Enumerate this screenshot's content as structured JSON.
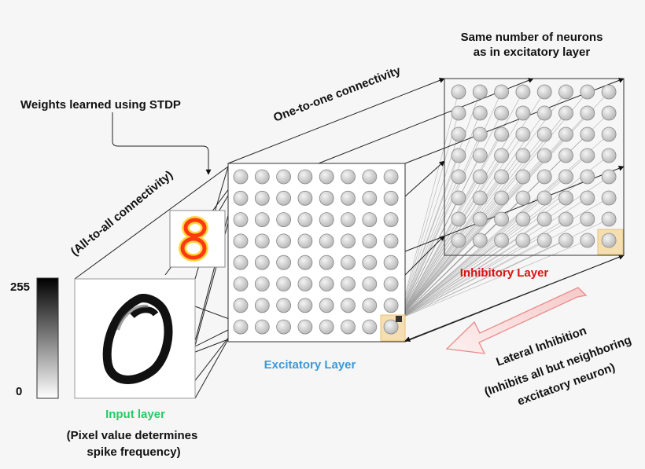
{
  "labels": {
    "weights_learned": "Weights learned using STDP",
    "one_to_one": "One-to-one connectivity",
    "all_to_all": "(All-to-all connectivity)",
    "same_number_line1": "Same number of neurons",
    "same_number_line2": "as in excitatory layer",
    "excitatory_layer": "Excitatory Layer",
    "inhibitory_layer": "Inhibitory Layer",
    "input_layer": "Input layer",
    "input_note_line1": "(Pixel value determines",
    "input_note_line2": "spike frequency)",
    "lateral_line1": "Lateral Inhibition",
    "lateral_line2": "(Inhibits all but neighboring",
    "lateral_line3": "excitatory neuron)",
    "colorbar_max": "255",
    "colorbar_min": "0"
  },
  "colors": {
    "background": "#f6f6f6",
    "excitatory_label": "#3a9ad9",
    "inhibitory_label": "#dd1111",
    "input_label": "#22cc66",
    "highlight": "#f5deb0",
    "neuron_fill": "#d0d0d0",
    "arrow_fill": "#f8d6d6",
    "arrow_stroke": "#ea8a8a"
  },
  "grid": {
    "rows": 8,
    "cols": 8
  }
}
